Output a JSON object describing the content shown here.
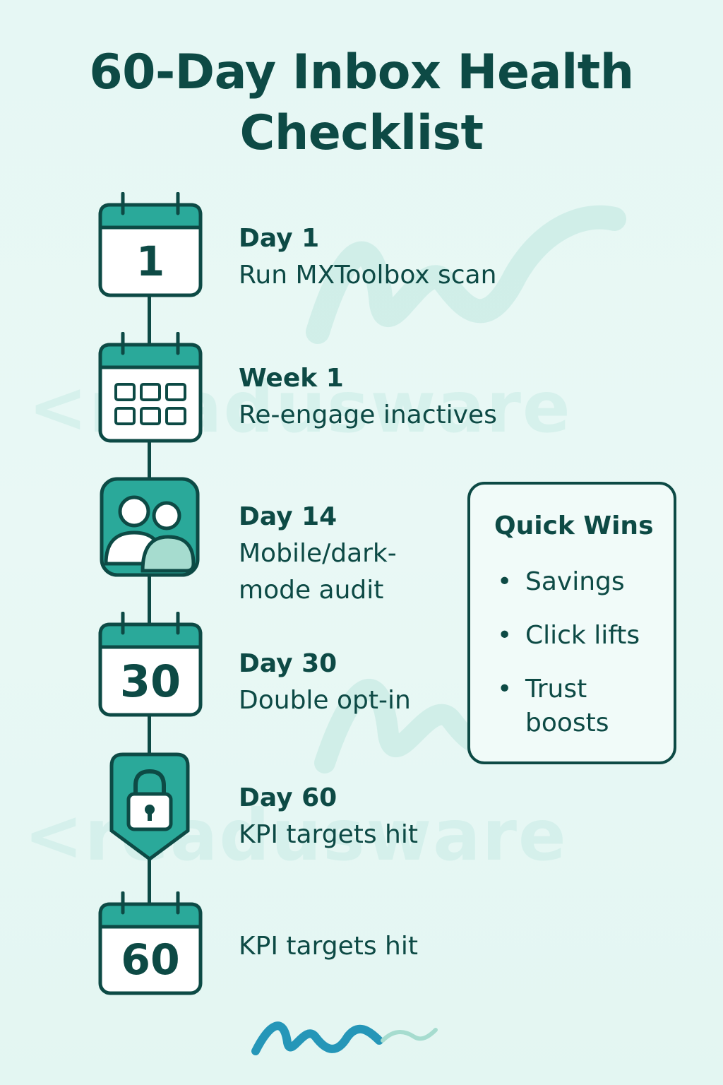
{
  "title": {
    "line1": "60-Day Inbox Health",
    "line2": "Checklist"
  },
  "watermark": {
    "text": "<readusware"
  },
  "steps": [
    {
      "icon": "calendar-icon",
      "icon_text": "1",
      "label": "Day 1",
      "desc_lines": [
        "Run MXToolbox scan"
      ]
    },
    {
      "icon": "calendar-grid-icon",
      "label": "Week 1",
      "desc_lines": [
        "Re-engage inactives"
      ]
    },
    {
      "icon": "users-icon",
      "label": "Day 14",
      "desc_lines": [
        "Mobile/dark-",
        "mode audit"
      ]
    },
    {
      "icon": "calendar-icon",
      "icon_text": "30",
      "label": "Day 30",
      "desc_lines": [
        "Double opt-in"
      ]
    },
    {
      "icon": "lock-shield-icon",
      "label": "Day 60",
      "desc_lines": [
        "KPI targets hit"
      ]
    },
    {
      "icon": "calendar-icon",
      "icon_text": "60",
      "label": "",
      "desc_lines": [
        "KPI targets hit"
      ]
    }
  ],
  "quick_wins": {
    "title": "Quick Wins",
    "bullet": "•",
    "items": [
      {
        "lines": [
          "Savings"
        ]
      },
      {
        "lines": [
          "Click lifts"
        ]
      },
      {
        "lines": [
          "Trust",
          "boosts"
        ]
      }
    ]
  },
  "colors": {
    "primary": "#0d4a45",
    "accent": "#2aa99a",
    "accent_light": "#a6dccf",
    "background": "#e6f7f4"
  }
}
